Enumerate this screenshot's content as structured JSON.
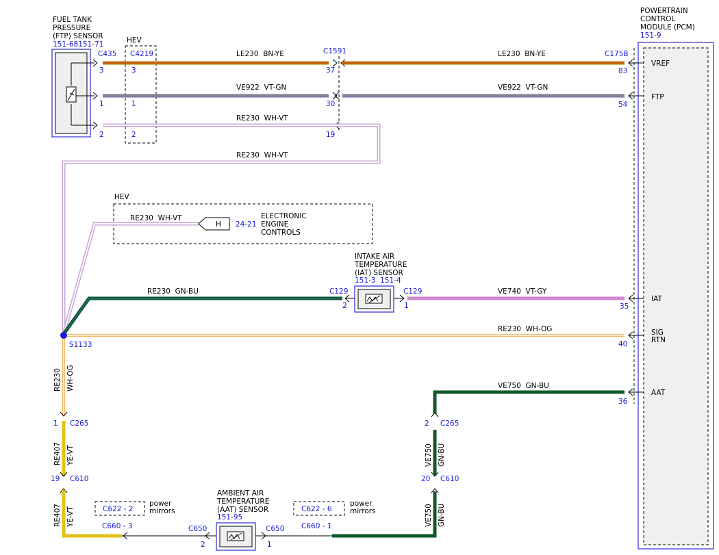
{
  "ftp_sensor": {
    "title": [
      "FUEL TANK",
      "PRESSURE",
      "(FTP) SENSOR"
    ],
    "ref": "151-68151-71",
    "connector": "C435",
    "pins": [
      "3",
      "1",
      "2"
    ]
  },
  "hev_top": {
    "label": "HEV",
    "connector": "C4219",
    "pins": [
      "3",
      "1",
      "2"
    ]
  },
  "c1591": {
    "connector": "C1591",
    "pins": [
      "37",
      "30",
      "19"
    ]
  },
  "pcm": {
    "title": [
      "POWERTRAIN",
      "CONTROL",
      "MODULE (PCM)"
    ],
    "ref": "151-9",
    "connector": "C175B",
    "signals": [
      "VREF",
      "FTP",
      "IAT",
      "SIG",
      "RTN",
      "AAT"
    ],
    "pins": [
      "83",
      "54",
      "35",
      "40",
      "36"
    ]
  },
  "wires": {
    "le230_left": "LE230  BN-YE",
    "le230_right": "LE230  BN-YE",
    "ve922_left": "VE922  VT-GN",
    "ve922_right": "VE922  VT-GN",
    "re230_whvt_top": "RE230  WH-VT",
    "re230_whvt_mid": "RE230  WH-VT",
    "re230_whvt_hev": "RE230  WH-VT",
    "re230_gnbu": "RE230  GN-BU",
    "ve740": "VE740  VT-GY",
    "re230_whog": "RE230  WH-OG",
    "ve750": "VE750  GN-BU",
    "re230_vert": [
      "RE230",
      "WH-OG"
    ],
    "re407_upper": [
      "RE407",
      "YE-VT"
    ],
    "re407_lower": [
      "RE407",
      "YE-VT"
    ],
    "ve750_upper": [
      "VE750",
      "GN-BU"
    ],
    "ve750_lower": [
      "VE750",
      "GN-BU"
    ]
  },
  "hev_mid": {
    "label": "HEV",
    "connector_symbol": "H",
    "ref": "24-21",
    "text": [
      "ELECTRONIC",
      "ENGINE",
      "CONTROLS"
    ]
  },
  "iat_sensor": {
    "title": [
      "INTAKE AIR",
      "TEMPERATURE",
      "(IAT) SENSOR"
    ],
    "refs": "151-3  151-4",
    "connector_left": "C129",
    "connector_right": "C129",
    "pin_left": "2",
    "pin_right": "1"
  },
  "splice": {
    "label": "S1133"
  },
  "c265_left": {
    "connector": "C265",
    "pin": "1"
  },
  "c610_left": {
    "connector": "C610",
    "pin": "19"
  },
  "c265_right": {
    "connector": "C265",
    "pin": "2"
  },
  "c610_right": {
    "connector": "C610",
    "pin": "20"
  },
  "mirrors_left": {
    "connector": "C622 - 2",
    "text": [
      "power",
      "mirrors"
    ]
  },
  "mirrors_right": {
    "connector": "C622 - 6",
    "text": [
      "power",
      "mirrors"
    ]
  },
  "c660_left": "C660 - 3",
  "c660_right": "C660 - 1",
  "aat_sensor": {
    "title": [
      "AMBIENT AIR",
      "TEMPERATURE",
      "(AAT) SENSOR"
    ],
    "ref": "151-95",
    "connector_left": "C650",
    "connector_right": "C650",
    "pin_left": "2",
    "pin_right": "1"
  },
  "colors": {
    "bn_ye": "#b8860b",
    "vt_gn": "#8e6bb0",
    "wh_vt": "#c9a6d6",
    "gn_bu": "#0f5a2a",
    "vt_gy": "#d17ad3",
    "wh_og": "#f2b65a",
    "ye_vt": "#e0c21a",
    "connector_blue": "#1a1ad6"
  }
}
